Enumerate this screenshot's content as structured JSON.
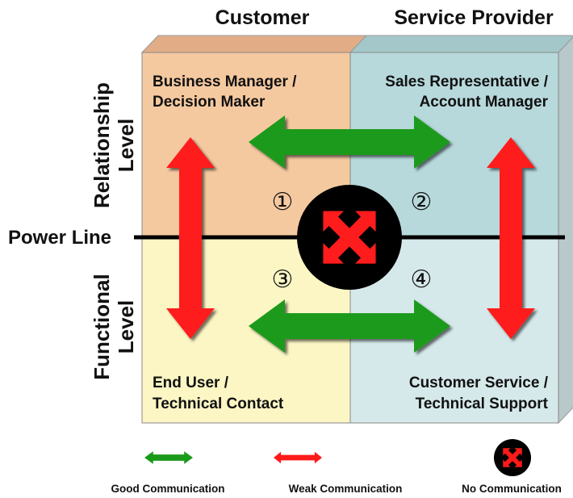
{
  "columns": {
    "customer": "Customer",
    "provider": "Service Provider"
  },
  "rows": {
    "relationship": "Relationship Level",
    "functional": "Functional Level"
  },
  "power_line": "Power Line",
  "quadrants": {
    "top_left": [
      "Business Manager /",
      "Decision Maker"
    ],
    "top_right": [
      "Sales Representative /",
      "Account Manager"
    ],
    "bottom_left": [
      "End User /",
      "Technical Contact"
    ],
    "bottom_right": [
      "Customer Service /",
      "Technical Support"
    ]
  },
  "numbers": [
    "①",
    "②",
    "③",
    "④"
  ],
  "legend": {
    "good": "Good Communication",
    "weak": "Weak Communication",
    "none": "No Communication"
  },
  "colors": {
    "top_left": "#f5c9a0",
    "top_right": "#b7d9dc",
    "bottom_left": "#fbf6c4",
    "bottom_right": "#d6e9ea",
    "good_arrow": "#1a9a1a",
    "weak_arrow": "#ff1a1a",
    "no_comm_circle": "#000000",
    "no_comm_arrows": "#ff1a1a"
  },
  "icons": {
    "good": "double-arrow-horizontal-green",
    "weak": "double-arrow-red",
    "none": "four-way-arrow-in-black-circle"
  }
}
